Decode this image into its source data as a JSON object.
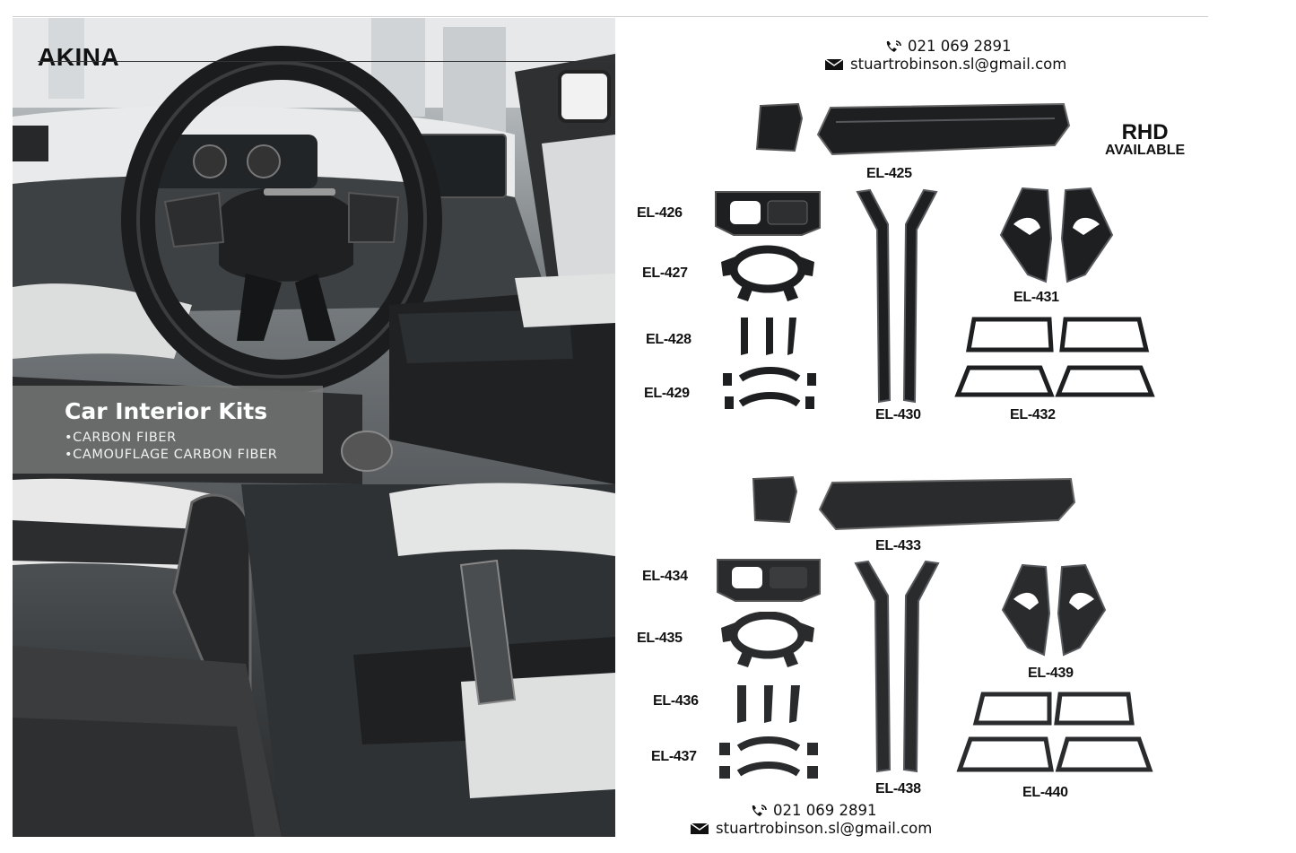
{
  "brand": "AKINA",
  "caption": {
    "title": "Car Interior Kits",
    "lines": [
      "•CARBON FIBER",
      "•CAMOUFLAGE CARBON FIBER"
    ]
  },
  "contact": {
    "phone": "021 069 2891",
    "email": "stuartrobinson.sl@gmail.com"
  },
  "badge": {
    "line1": "RHD",
    "line2": "AVAILABLE"
  },
  "parts": {
    "set1": [
      "EL-425",
      "EL-426",
      "EL-427",
      "EL-428",
      "EL-429",
      "EL-430",
      "EL-431",
      "EL-432"
    ],
    "set2": [
      "EL-433",
      "EL-434",
      "EL-435",
      "EL-436",
      "EL-437",
      "EL-438",
      "EL-439",
      "EL-440"
    ]
  },
  "colors": {
    "carbon": "#1e1f21",
    "carbon_highlight": "#55585c",
    "caption_bg": "#787878"
  }
}
